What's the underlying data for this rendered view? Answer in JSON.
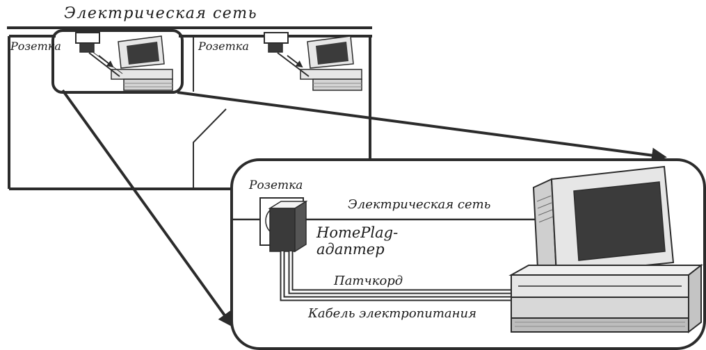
{
  "labels": {
    "title_network": "Электрическая сеть",
    "outlet_left": "Розетка",
    "outlet_right": "Розетка",
    "outlet_zoom": "Розетка",
    "zoom_network": "Электрическая сеть",
    "adapter_line1": "HomePlag-",
    "adapter_line2": "адаптер",
    "patchcord": "Патчкорд",
    "power_cable": "Кабель электропитания"
  },
  "colors": {
    "stroke": "#2b2b2b",
    "device_dark": "#3a3a3a",
    "monitor_body": "#e6e6e6",
    "screen": "#3b3b3b",
    "adapter_light": "#f4f4f4"
  }
}
